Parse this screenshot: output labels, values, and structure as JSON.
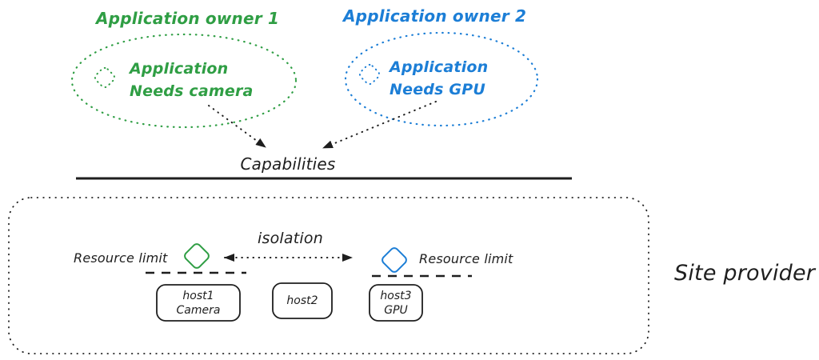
{
  "colors": {
    "green": "#2f9e44",
    "blue": "#1c7ed6",
    "ink": "#1e1e1e",
    "background": "#ffffff"
  },
  "owners": [
    {
      "label": "Application owner 1",
      "icon": "diamond-outline-icon",
      "app_line1": "Application",
      "app_line2": "Needs camera",
      "color": "#2f9e44"
    },
    {
      "label": "Application owner 2",
      "icon": "diamond-outline-icon",
      "app_line1": "Application",
      "app_line2": "Needs GPU",
      "color": "#1c7ed6"
    }
  ],
  "capabilities": {
    "label": "Capabilities"
  },
  "site_provider": {
    "label": "Site provider",
    "isolation_label": "isolation",
    "left_resource_limit": "Resource limit",
    "right_resource_limit": "Resource limit",
    "hosts": [
      {
        "line1": "host1",
        "line2": "Camera"
      },
      {
        "line1": "host2",
        "line2": ""
      },
      {
        "line1": "host3",
        "line2": "GPU"
      }
    ]
  }
}
